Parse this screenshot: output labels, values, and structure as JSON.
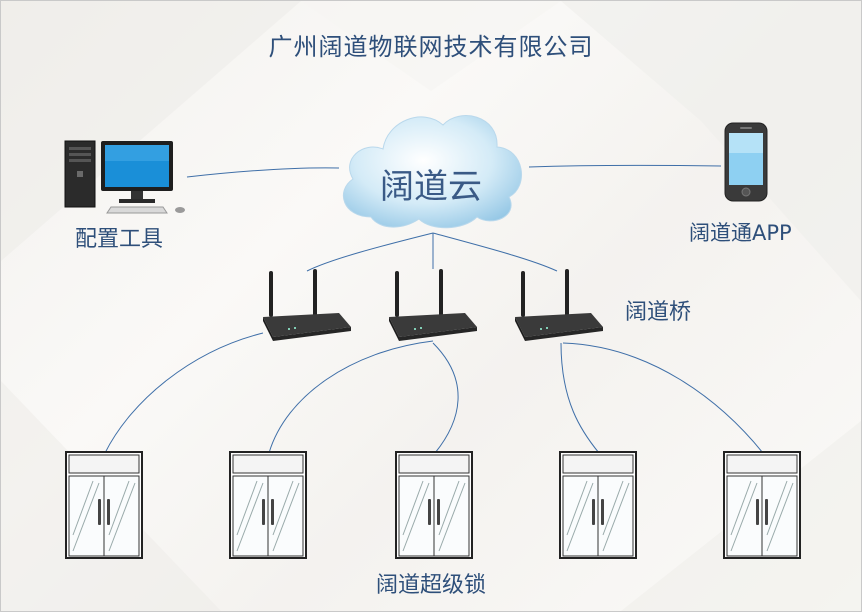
{
  "title": "广州阔道物联网技术有限公司",
  "cloud": {
    "label": "阔道云",
    "icon": "cloud-icon"
  },
  "config_tool": {
    "label": "配置工具",
    "icon": "desktop-computer-icon"
  },
  "app": {
    "label": "阔道通APP",
    "icon": "smartphone-icon"
  },
  "bridge": {
    "label": "阔道桥",
    "icon": "wifi-router-icon",
    "count": 3
  },
  "lock": {
    "label": "阔道超级锁",
    "icon": "glass-door-icon",
    "count": 5
  },
  "colors": {
    "text": "#2e4f7a",
    "line": "#3f6fa8",
    "cloud": "#cfe6f4",
    "screen": "#1a8fd8"
  }
}
